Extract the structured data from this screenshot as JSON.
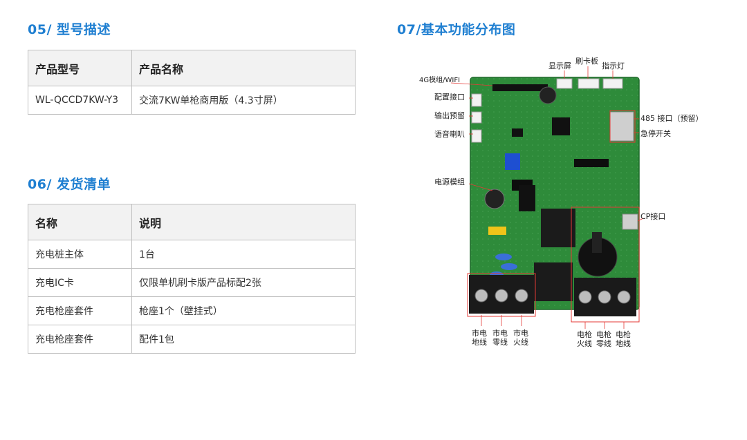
{
  "section05": {
    "title": "05/ 型号描述",
    "headers": [
      "产品型号",
      "产品名称"
    ],
    "rows": [
      [
        "WL-QCCD7KW-Y3",
        "交流7KW单枪商用版（4.3寸屏）"
      ]
    ]
  },
  "section06": {
    "title": "06/ 发货清单",
    "headers": [
      "名称",
      "说明"
    ],
    "rows": [
      [
        "充电桩主体",
        "1台"
      ],
      [
        "充电IC卡",
        "仅限单机刷卡版产品标配2张"
      ],
      [
        "充电枪座套件",
        "枪座1个（壁挂式）"
      ],
      [
        "充电枪座套件",
        "配件1包"
      ]
    ]
  },
  "section07": {
    "title": "07/基本功能分布图",
    "labels": {
      "display": "显示屏",
      "card_board": "刷卡板",
      "indicator": "指示灯",
      "module_4g": "4G模组/WIFI",
      "config_port": "配置接口",
      "output_reserve": "输出预留",
      "speaker": "语音喇叭",
      "rs485": "485 接口（预留）",
      "estop": "急停开关",
      "power_module": "电源模组",
      "cp_port": "CP接口",
      "mains_ground": "市电\n地线",
      "mains_neutral": "市电\n零线",
      "mains_live": "市电\n火线",
      "gun_live": "电枪\n火线",
      "gun_neutral": "电枪\n零线",
      "gun_ground": "电枪\n地线"
    },
    "colors": {
      "pcb": "#2e8b3a",
      "accent": "#1f7fd1",
      "marker": "#e53935"
    }
  }
}
